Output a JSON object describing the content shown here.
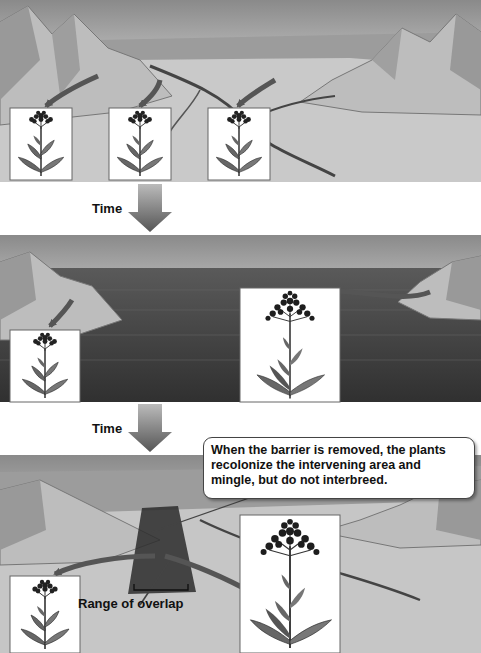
{
  "diagram": {
    "nodes": [
      {
        "text": [
          "When the barrier is removed, the plants recolonize the intervening area and mingle, but do not interbreed."
        ]
      }
    ],
    "labels": [
      "Time",
      "Time",
      "Range of overlap"
    ]
  }
}
